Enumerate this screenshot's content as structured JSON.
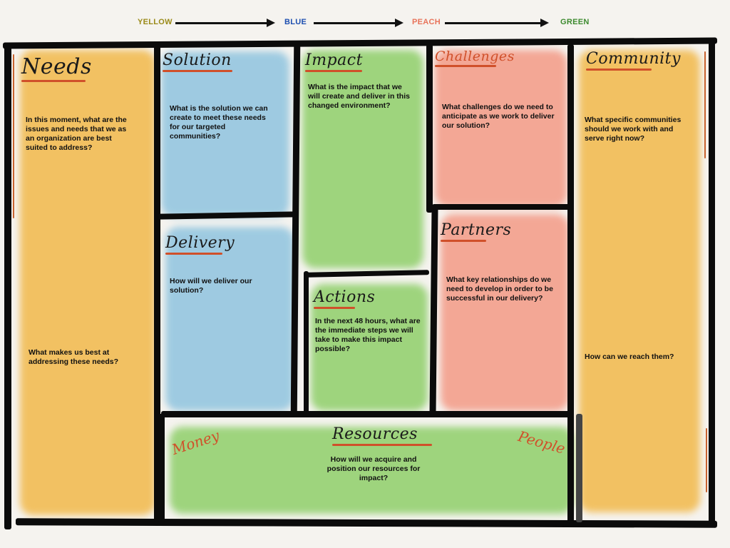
{
  "flow": {
    "steps": [
      "YELLOW",
      "BLUE",
      "PEACH",
      "GREEN"
    ],
    "colors": [
      "#9a8a18",
      "#1d4fb0",
      "#e8735a",
      "#3c8a2e"
    ]
  },
  "palette": {
    "yellow": "#f2b94a",
    "blue": "#8fc4df",
    "green": "#8fcf6a",
    "peach": "#f39a86",
    "accent": "#d0502a"
  },
  "blocks": {
    "needs": {
      "title": "Needs",
      "prompt1": "In this moment, what are the issues and needs that we as an organization are best suited to address?",
      "prompt2": "What makes us best at addressing these needs?"
    },
    "solution": {
      "title": "Solution",
      "prompt": "What is the solution we can create to meet these needs for our targeted communities?"
    },
    "delivery": {
      "title": "Delivery",
      "prompt": "How will we deliver our solution?"
    },
    "impact": {
      "title": "Impact",
      "prompt": "What is the impact that we will create and deliver in this changed environment?"
    },
    "actions": {
      "title": "Actions",
      "prompt": "In the next 48 hours, what are the immediate steps we will take to make this impact possible?"
    },
    "challenges": {
      "title": "Challenges",
      "prompt": "What challenges do we need to anticipate as we work to deliver our solution?"
    },
    "partners": {
      "title": "Partners",
      "prompt": "What key relationships do we need to develop in order to be successful in our delivery?"
    },
    "community": {
      "title": "Community",
      "prompt1": "What specific communities should we work with and serve right now?",
      "prompt2": "How can we reach them?"
    },
    "resources": {
      "title": "Resources",
      "prompt": "How will we acquire and position our resources for impact?",
      "left_word": "Money",
      "right_word": "People"
    }
  }
}
